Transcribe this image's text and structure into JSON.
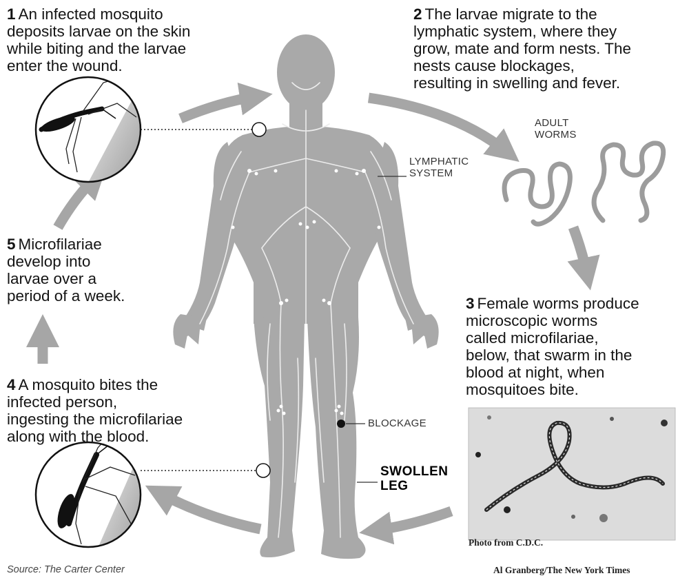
{
  "steps": [
    {
      "num": "1",
      "lines": [
        "An infected mosquito",
        "deposits larvae on the skin",
        "while biting and the larvae",
        "enter the wound."
      ]
    },
    {
      "num": "2",
      "lines": [
        "The larvae migrate to the",
        "lymphatic system, where they",
        "grow, mate and form nests. The",
        "nests cause blockages,",
        "resulting in swelling and fever."
      ]
    },
    {
      "num": "3",
      "lines": [
        "Female worms produce",
        "microscopic worms",
        "called microfilariae,",
        "below, that swarm in the",
        "blood at night, when",
        "mosquitoes bite."
      ]
    },
    {
      "num": "4",
      "lines": [
        "A mosquito bites the",
        "infected person,",
        "ingesting the microfilariae",
        "along with the blood."
      ]
    },
    {
      "num": "5",
      "lines": [
        "Microfilariae",
        "develop into",
        "larvae over a",
        "period of a week."
      ]
    }
  ],
  "labels": {
    "adult_worms_1": "ADULT",
    "adult_worms_2": "WORMS",
    "lymphatic_1": "LYMPHATIC",
    "lymphatic_2": "SYSTEM",
    "blockage": "BLOCKAGE",
    "swollen_1": "SWOLLEN",
    "swollen_2": "LEG"
  },
  "credits": {
    "photo": "Photo from C.D.C.",
    "source": "Source: The Carter Center",
    "byline": "Al Granberg/The New York Times"
  },
  "colors": {
    "body": "#a9a9a9",
    "arrow": "#a6a6a6",
    "lymph": "#ececec",
    "photo_bg": "#dcdcdc"
  }
}
